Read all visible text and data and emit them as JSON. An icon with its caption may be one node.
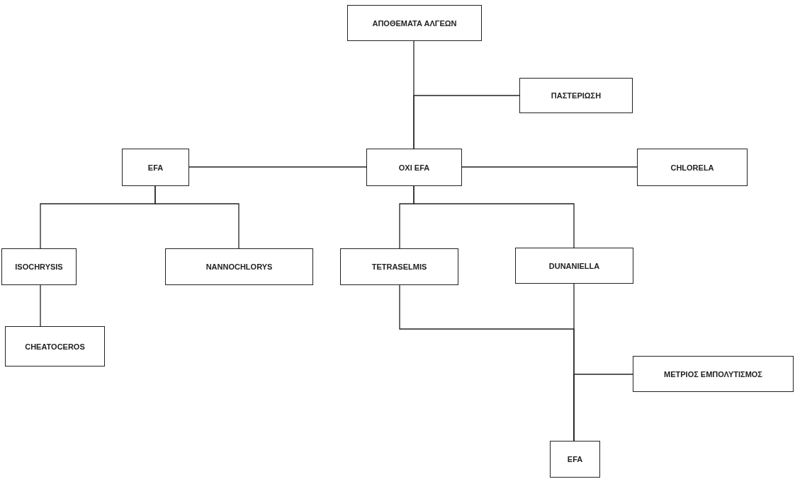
{
  "diagram": {
    "nodes": [
      {
        "text": [
          "ΑΠΟΘΕΜΑΤΑ ΑΛΓΕΩΝ"
        ]
      },
      {
        "text": [
          "ΠΑΣΤΕΡΙΩΣΗ"
        ]
      },
      {
        "text": [
          "EFA"
        ]
      },
      {
        "text": [
          "OXI EFA"
        ]
      },
      {
        "text": [
          "CHLORELA"
        ]
      },
      {
        "text": [
          "ISOCHRYSIS"
        ]
      },
      {
        "text": [
          "NANNOCHLORYS"
        ]
      },
      {
        "text": [
          "TETRASELMIS"
        ]
      },
      {
        "text": [
          "DUNANIELLA"
        ]
      },
      {
        "text": [
          "CHEATOCEROS"
        ]
      },
      {
        "text": [
          "ΜΕΤΡΙΟΣ ΕΜΠΟΛΥΤΙΣΜΟΣ"
        ]
      },
      {
        "text": [
          "EFA"
        ]
      }
    ],
    "edges": [
      {
        "from": 0,
        "to": 3,
        "arrow": "none"
      },
      {
        "from": 1,
        "to": 3,
        "arrow": "none"
      },
      {
        "from": 3,
        "to": 2,
        "arrow": "none"
      },
      {
        "from": 3,
        "to": 4,
        "arrow": "none"
      },
      {
        "from": 2,
        "to": 5,
        "arrow": "none"
      },
      {
        "from": 2,
        "to": 6,
        "arrow": "none"
      },
      {
        "from": 3,
        "to": 7,
        "arrow": "none"
      },
      {
        "from": 3,
        "to": 8,
        "arrow": "none"
      },
      {
        "from": 7,
        "to": 11,
        "arrow": "none"
      },
      {
        "from": 8,
        "to": 11,
        "arrow": "none"
      },
      {
        "from": 10,
        "to": 11,
        "arrow": "none"
      },
      {
        "from": 5,
        "to": 9,
        "arrow": "none"
      }
    ]
  }
}
